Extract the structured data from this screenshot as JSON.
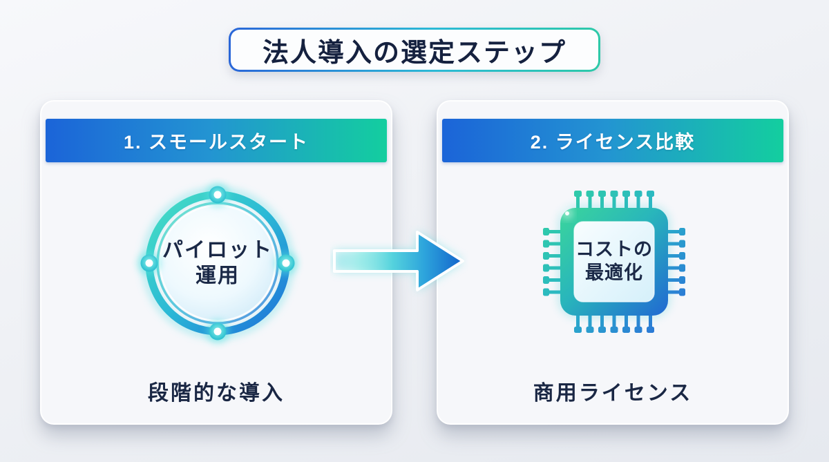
{
  "title": "法人導入の選定ステップ",
  "steps": [
    {
      "header": "1. スモールスタート",
      "icon": "orbit-ring-icon",
      "icon_line1": "パイロット",
      "icon_line2": "運用",
      "caption": "段階的な導入"
    },
    {
      "header": "2. ライセンス比較",
      "icon": "cpu-chip-icon",
      "icon_line1": "コストの",
      "icon_line2": "最適化",
      "caption": "商用ライセンス"
    }
  ],
  "arrow": {
    "icon": "flow-arrow-icon",
    "direction": "right"
  },
  "colors": {
    "accent_blue": "#1b64d8",
    "accent_teal": "#13ce9f",
    "text_navy": "#1a2744",
    "card_bg": "#f6f7fa"
  }
}
